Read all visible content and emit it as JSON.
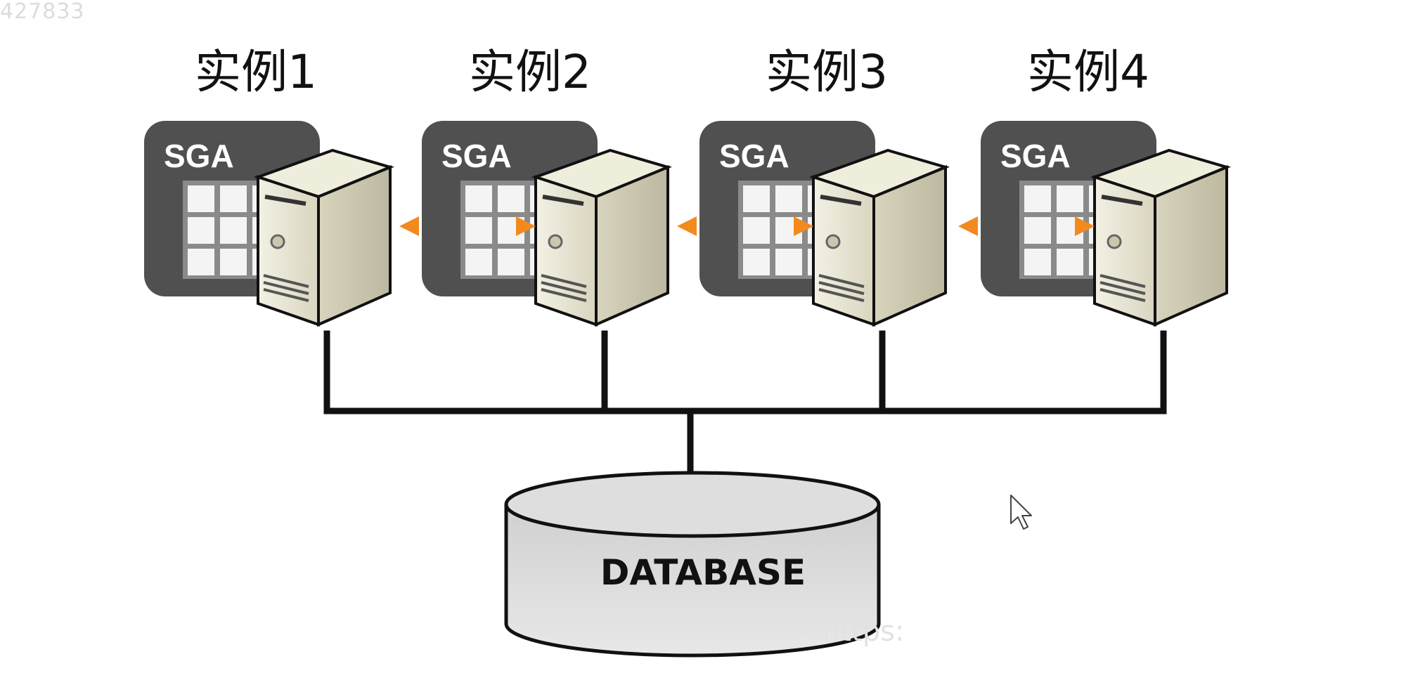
{
  "corner_id": "427833",
  "instances": [
    {
      "label": "实例1",
      "sga_label": "SGA"
    },
    {
      "label": "实例2",
      "sga_label": "SGA"
    },
    {
      "label": "实例3",
      "sga_label": "SGA"
    },
    {
      "label": "实例4",
      "sga_label": "SGA"
    }
  ],
  "database_label": "DATABASE",
  "watermark": "https:",
  "colors": {
    "sga_panel": "#505050",
    "sga_grid_bg": "#8a8a8a",
    "server_front": "#e3e1cf",
    "server_side": "#cfcbb5",
    "arrow": "#f28a1e",
    "line": "#111111",
    "db_fill": "#d8d8d8"
  },
  "icons": {
    "server": "server-tower-icon",
    "cursor": "mouse-pointer-icon"
  }
}
